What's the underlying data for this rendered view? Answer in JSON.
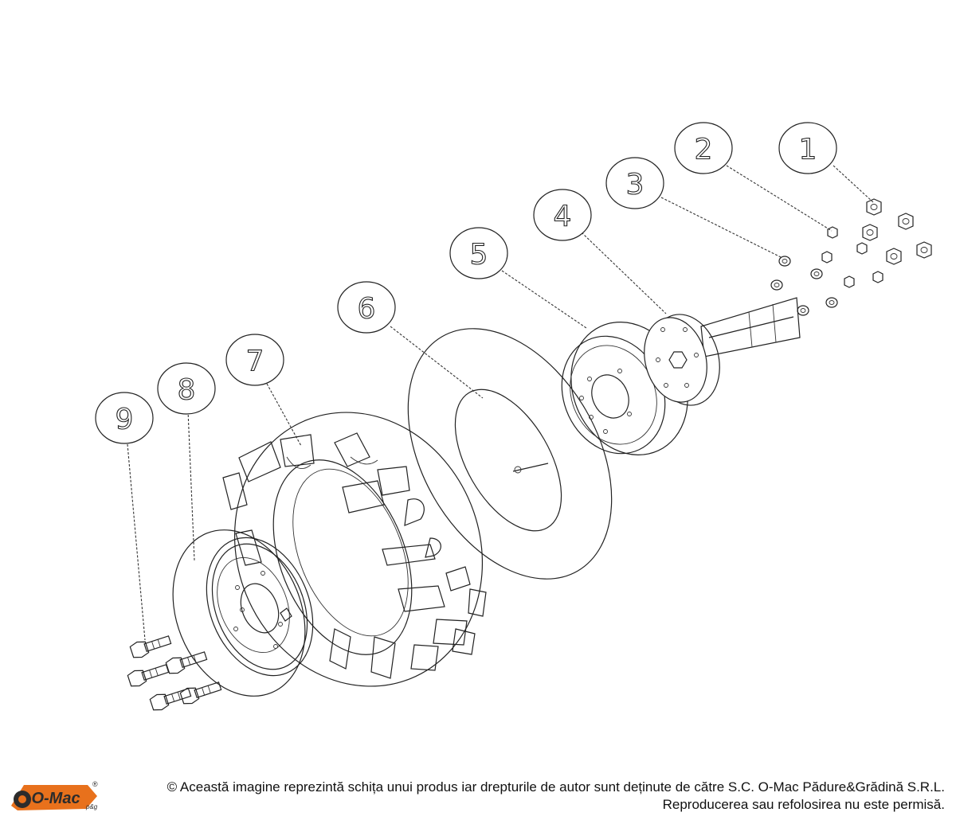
{
  "diagram": {
    "callouts": [
      {
        "id": "1",
        "label": "1"
      },
      {
        "id": "2",
        "label": "2"
      },
      {
        "id": "3",
        "label": "3"
      },
      {
        "id": "4",
        "label": "4"
      },
      {
        "id": "5",
        "label": "5"
      },
      {
        "id": "6",
        "label": "6"
      },
      {
        "id": "7",
        "label": "7"
      },
      {
        "id": "8",
        "label": "8"
      },
      {
        "id": "9",
        "label": "9"
      }
    ]
  },
  "footer": {
    "logo_text": "O-Mac",
    "logo_sub": "p&g",
    "logo_registered": "®",
    "line1": "© Această imagine reprezintă schița unui produs iar drepturile de autor sunt deținute de către S.C. O-Mac Pădure&Grădină S.R.L.",
    "line2": "Reproducerea sau refolosirea nu este permisă.",
    "brand_color": "#e8711c"
  }
}
